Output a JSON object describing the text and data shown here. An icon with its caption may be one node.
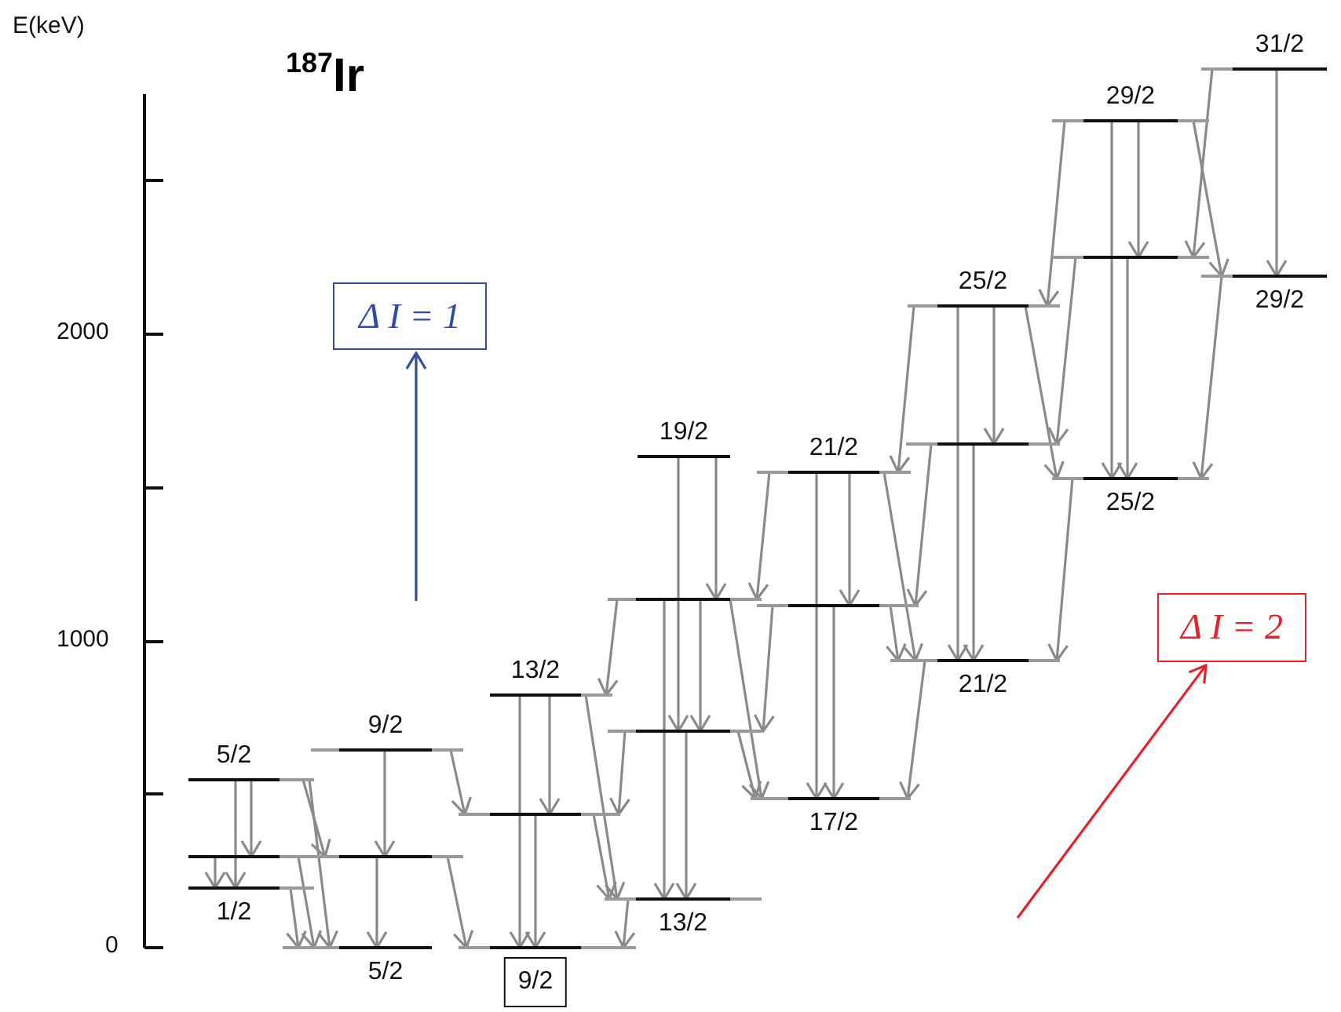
{
  "diagram": {
    "title": "$^{187}$Ir",
    "nodes": [
      {
        "text": [
          "Δ I = 1"
        ]
      },
      {
        "text": [
          "Δ I = 2"
        ]
      },
      {
        "text": [
          "5/2"
        ]
      },
      {
        "text": [],
        "shape": "bar"
      },
      {
        "text": [
          "1/2"
        ]
      },
      {
        "text": [
          "9/2"
        ]
      },
      {
        "text": [],
        "shape": "bar"
      },
      {
        "text": [
          "5/2"
        ]
      },
      {
        "text": [
          "13/2"
        ]
      },
      {
        "text": [],
        "shape": "bar"
      },
      {
        "text": [
          "9/2"
        ]
      },
      {
        "text": [
          "19/2"
        ]
      },
      {
        "text": [],
        "shape": "bar"
      },
      {
        "text": [],
        "shape": "bar"
      },
      {
        "text": [
          "13/2"
        ]
      },
      {
        "text": [
          "21/2"
        ]
      },
      {
        "text": [],
        "shape": "bar"
      },
      {
        "text": [
          "17/2"
        ]
      },
      {
        "text": [
          "25/2"
        ]
      },
      {
        "text": [],
        "shape": "bar"
      },
      {
        "text": [
          "21/2"
        ]
      },
      {
        "text": [
          "29/2"
        ]
      },
      {
        "text": [],
        "shape": "bar"
      },
      {
        "text": [
          "25/2"
        ]
      },
      {
        "text": [
          "31/2"
        ]
      },
      {
        "text": [
          "29/2"
        ]
      }
    ],
    "edges": [
      {
        "from": null,
        "to": 0,
        "arrow": "to",
        "color": "#2f4ea3"
      },
      {
        "from": null,
        "to": 1,
        "arrow": "to",
        "color": "#e8202a"
      },
      {
        "from": 2,
        "to": 4,
        "arrow": "to"
      },
      {
        "from": 2,
        "to": 3,
        "arrow": "to"
      },
      {
        "from": 3,
        "to": 4,
        "arrow": "to"
      },
      {
        "from": 2,
        "to": 6,
        "arrow": "to"
      },
      {
        "from": 2,
        "to": 7,
        "arrow": "to"
      },
      {
        "from": 3,
        "to": 7,
        "arrow": "to"
      },
      {
        "from": 4,
        "to": 7,
        "arrow": "to"
      },
      {
        "from": 5,
        "to": 6,
        "arrow": "to"
      },
      {
        "from": 6,
        "to": 7,
        "arrow": "to"
      },
      {
        "from": 5,
        "to": 9,
        "arrow": "to"
      },
      {
        "from": 6,
        "to": 10,
        "arrow": "to"
      },
      {
        "from": 8,
        "to": 9,
        "arrow": "to"
      },
      {
        "from": 8,
        "to": 10,
        "arrow": "to"
      },
      {
        "from": 9,
        "to": 10,
        "arrow": "to"
      },
      {
        "from": 8,
        "to": 14,
        "arrow": "to"
      },
      {
        "from": 9,
        "to": 14,
        "arrow": "to"
      },
      {
        "from": 12,
        "to": 8,
        "arrow": "to"
      },
      {
        "from": 13,
        "to": 9,
        "arrow": "to"
      },
      {
        "from": 14,
        "to": 10,
        "arrow": "to"
      },
      {
        "from": 11,
        "to": 12,
        "arrow": "to"
      },
      {
        "from": 11,
        "to": 13,
        "arrow": "to"
      },
      {
        "from": 12,
        "to": 14,
        "arrow": "to"
      },
      {
        "from": 12,
        "to": 13,
        "arrow": "to"
      },
      {
        "from": 13,
        "to": 14,
        "arrow": "to"
      },
      {
        "from": 12,
        "to": 17,
        "arrow": "to"
      },
      {
        "from": 13,
        "to": 17,
        "arrow": "to"
      },
      {
        "from": 15,
        "to": 12,
        "arrow": "to"
      },
      {
        "from": 16,
        "to": 13,
        "arrow": "to"
      },
      {
        "from": 15,
        "to": 16,
        "arrow": "to"
      },
      {
        "from": 15,
        "to": 17,
        "arrow": "to"
      },
      {
        "from": 16,
        "to": 17,
        "arrow": "to"
      },
      {
        "from": 15,
        "to": 20,
        "arrow": "to"
      },
      {
        "from": 16,
        "to": 20,
        "arrow": "to"
      },
      {
        "from": 18,
        "to": 15,
        "arrow": "to"
      },
      {
        "from": 19,
        "to": 16,
        "arrow": "to"
      },
      {
        "from": 20,
        "to": 17,
        "arrow": "to"
      },
      {
        "from": 18,
        "to": 19,
        "arrow": "to"
      },
      {
        "from": 18,
        "to": 20,
        "arrow": "to"
      },
      {
        "from": 19,
        "to": 20,
        "arrow": "to"
      },
      {
        "from": 18,
        "to": 23,
        "arrow": "to"
      },
      {
        "from": 21,
        "to": 18,
        "arrow": "to"
      },
      {
        "from": 22,
        "to": 19,
        "arrow": "to"
      },
      {
        "from": 23,
        "to": 20,
        "arrow": "to"
      },
      {
        "from": 21,
        "to": 22,
        "arrow": "to"
      },
      {
        "from": 21,
        "to": 23,
        "arrow": "to"
      },
      {
        "from": 22,
        "to": 23,
        "arrow": "to"
      },
      {
        "from": 21,
        "to": 25,
        "arrow": "to"
      },
      {
        "from": 24,
        "to": 22,
        "arrow": "to"
      },
      {
        "from": 25,
        "to": 23,
        "arrow": "to"
      },
      {
        "from": 24,
        "to": 25,
        "arrow": "to"
      }
    ],
    "labels": [
      "E(keV)",
      "2000",
      "1000",
      "0"
    ]
  }
}
